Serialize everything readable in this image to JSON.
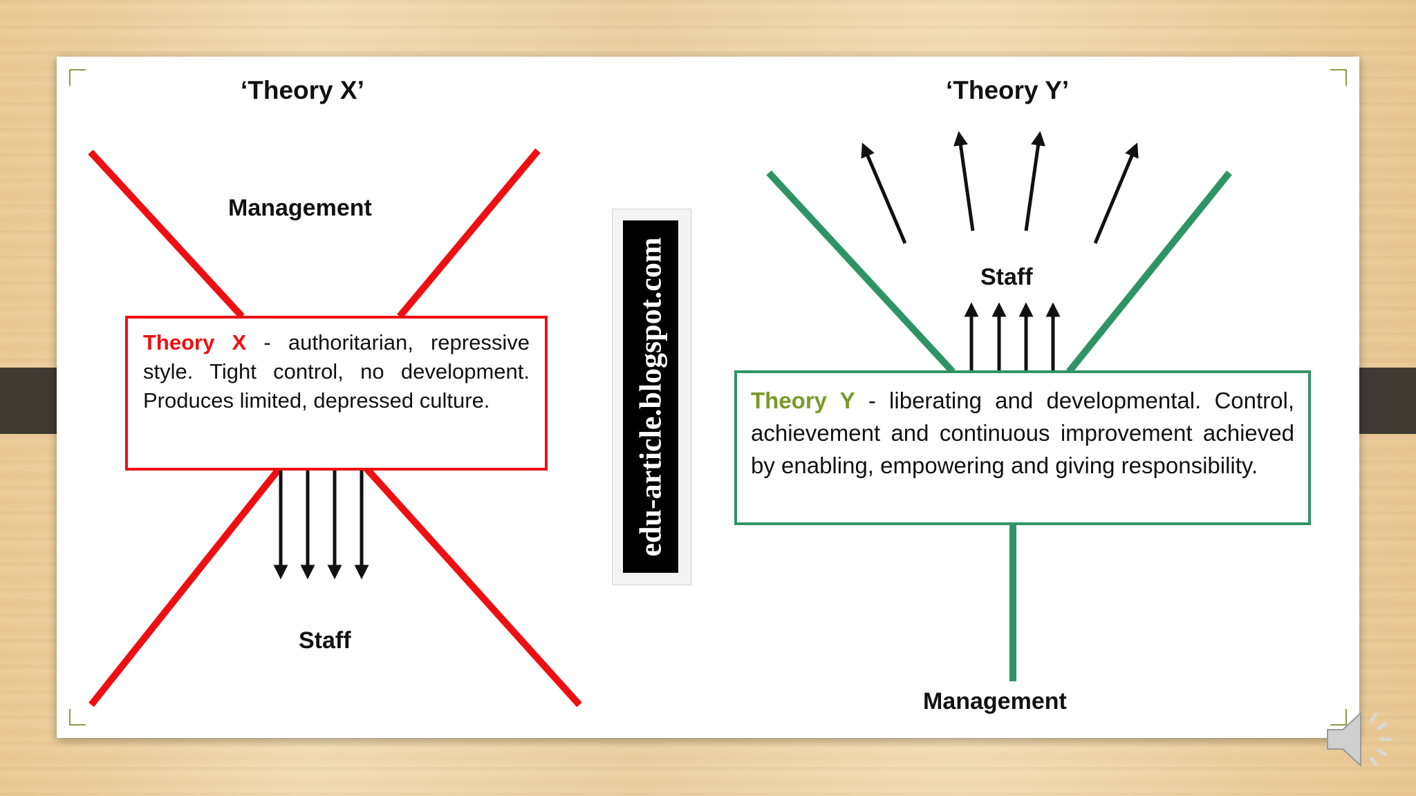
{
  "theory_x": {
    "title": "‘Theory X’",
    "top_label": "Management",
    "bottom_label": "Staff",
    "box_lead": "Theory X",
    "box_text": " - authoritarian, repressive style. Tight control, no development. Produces limited, depressed culture.",
    "color": "#ee0f12"
  },
  "theory_y": {
    "title": "‘Theory Y’",
    "top_label": "Staff",
    "bottom_label": "Management",
    "box_lead": "Theory Y",
    "box_text": " - liberating and developmental. Control, achievement and continuous improvement achieved by enabling, empowering and giving responsibility.",
    "color": "#2e9466",
    "lead_color": "#7a9a2a"
  },
  "watermark": "edu-article.blogspot.com",
  "icons": [
    "speaker-icon"
  ]
}
